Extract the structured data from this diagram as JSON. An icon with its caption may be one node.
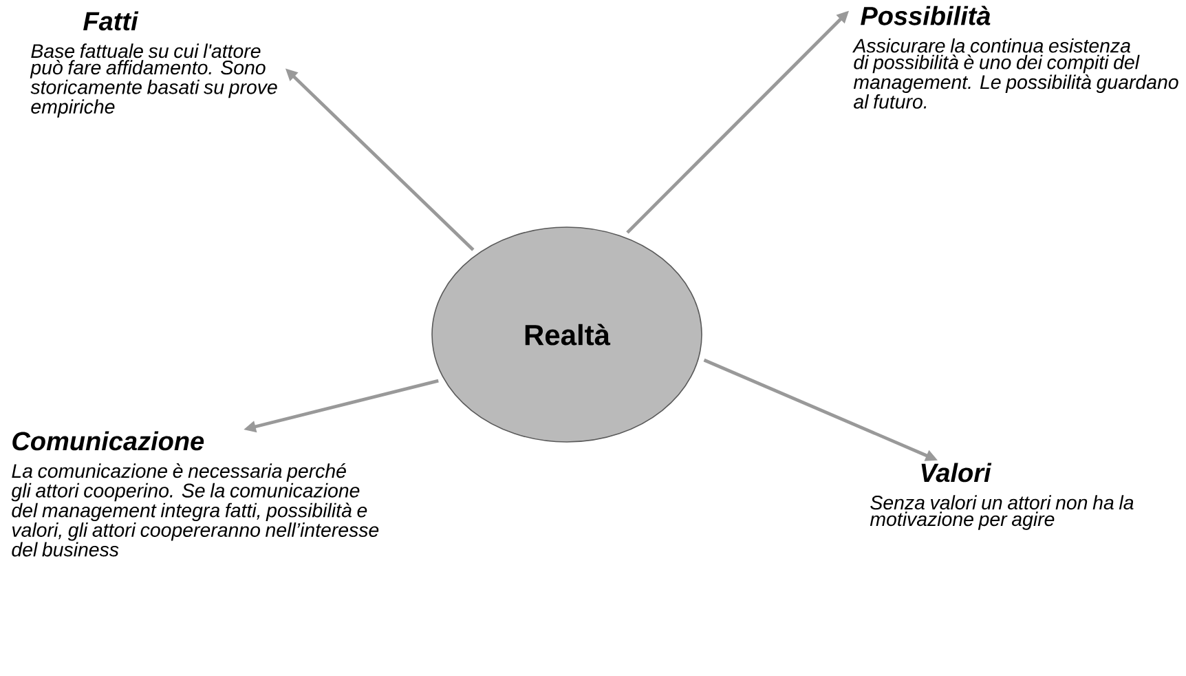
{
  "diagram": {
    "nodes": [
      {
        "text": [
          "Realtà"
        ]
      },
      {
        "text": [
          "Fatti",
          "Base fattuale su cui l'attore può fare affidamento. Sono storicamente basati su prove empiriche"
        ]
      },
      {
        "text": [
          "Possibilità",
          "Assicurare la continua esistenza di possibilità è uno dei compiti del management. Le possibilità guardano al futuro."
        ]
      },
      {
        "text": [
          "Comunicazione",
          "La comunicazione è necessaria perché gli attori cooperino. Se la comunicazione del management integra fatti, possibilità e valori, gli attori coopereranno nell’interesse del business"
        ]
      },
      {
        "text": [
          "Valori",
          "Senza valori un attori non ha la motivazione per agire"
        ]
      }
    ],
    "edges": [
      {
        "from": 0,
        "to": 1,
        "arrow": "to"
      },
      {
        "from": 0,
        "to": 2,
        "arrow": "to"
      },
      {
        "from": 0,
        "to": 3,
        "arrow": "to"
      },
      {
        "from": 0,
        "to": 4,
        "arrow": "to"
      }
    ]
  }
}
